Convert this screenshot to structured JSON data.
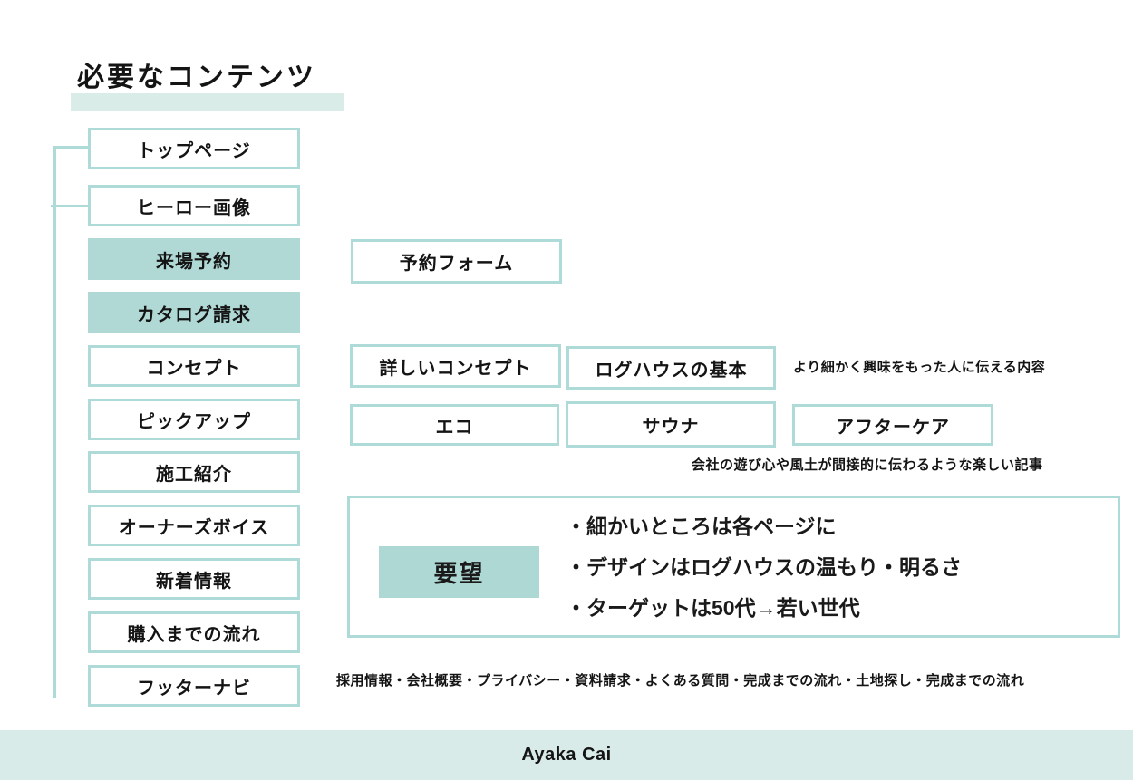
{
  "title": "必要なコンテンツ",
  "colors": {
    "accent_border": "#aedad8",
    "accent_fill": "#b0d8d5",
    "accent_light": "#d9ebe8",
    "text": "#141414"
  },
  "sitemap": {
    "items": [
      {
        "label": "トップページ",
        "filled": false
      },
      {
        "label": "ヒーロー画像",
        "filled": false
      },
      {
        "label": "来場予約",
        "filled": true
      },
      {
        "label": "カタログ請求",
        "filled": true
      },
      {
        "label": "コンセプト",
        "filled": false
      },
      {
        "label": "ピックアップ",
        "filled": false
      },
      {
        "label": "施工紹介",
        "filled": false
      },
      {
        "label": "オーナーズボイス",
        "filled": false
      },
      {
        "label": "新着情報",
        "filled": false
      },
      {
        "label": "購入までの流れ",
        "filled": false
      },
      {
        "label": "フッターナビ",
        "filled": false
      }
    ]
  },
  "details": {
    "reservation_form": "予約フォーム",
    "concept_detail": "詳しいコンセプト",
    "loghouse_basics": "ログハウスの基本",
    "concept_note": "より細かく興味をもった人に伝える内容",
    "eco": "エコ",
    "sauna": "サウナ",
    "aftercare": "アフターケア",
    "topics_note": "会社の遊び心や風土が間接的に伝わるような楽しい記事"
  },
  "requests": {
    "label": "要望",
    "bullets": [
      "・細かいところは各ページに",
      "・デザインはログハウスの温もり・明るさ",
      "・ターゲットは50代→若い世代"
    ]
  },
  "footer_nav_note": "採用情報・会社概要・プライバシー・資料請求・よくある質問・完成までの流れ・土地探し・完成までの流れ",
  "footer": {
    "author": "Ayaka Cai"
  }
}
